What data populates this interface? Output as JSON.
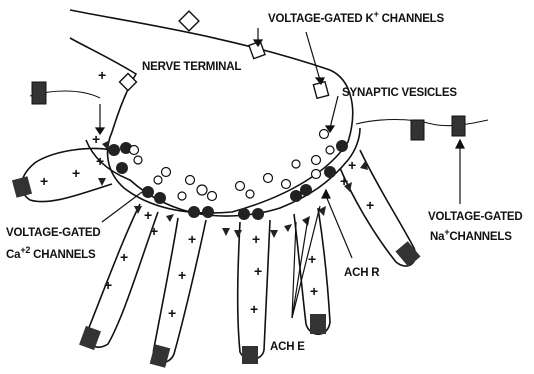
{
  "labels": {
    "voltage_gated_k": "VOLTAGE-GATED K",
    "k_sup": "+",
    "k_suffix": " CHANNELS",
    "nerve_terminal": "NERVE TERMINAL",
    "synaptic_vesicles": "SYNAPTIC VESICLES",
    "voltage_gated_ca_line1": "VOLTAGE-GATED",
    "ca_line2_prefix": "Ca",
    "ca_sup": "+2",
    "ca_line2_suffix": " CHANNELS",
    "ach_r": "ACH R",
    "ach_e": "ACH E",
    "voltage_gated_na_line1": "VOLTAGE-GATED",
    "na_prefix": "Na",
    "na_sup": "+",
    "na_suffix": "CHANNELS"
  },
  "plus_sign": "+"
}
